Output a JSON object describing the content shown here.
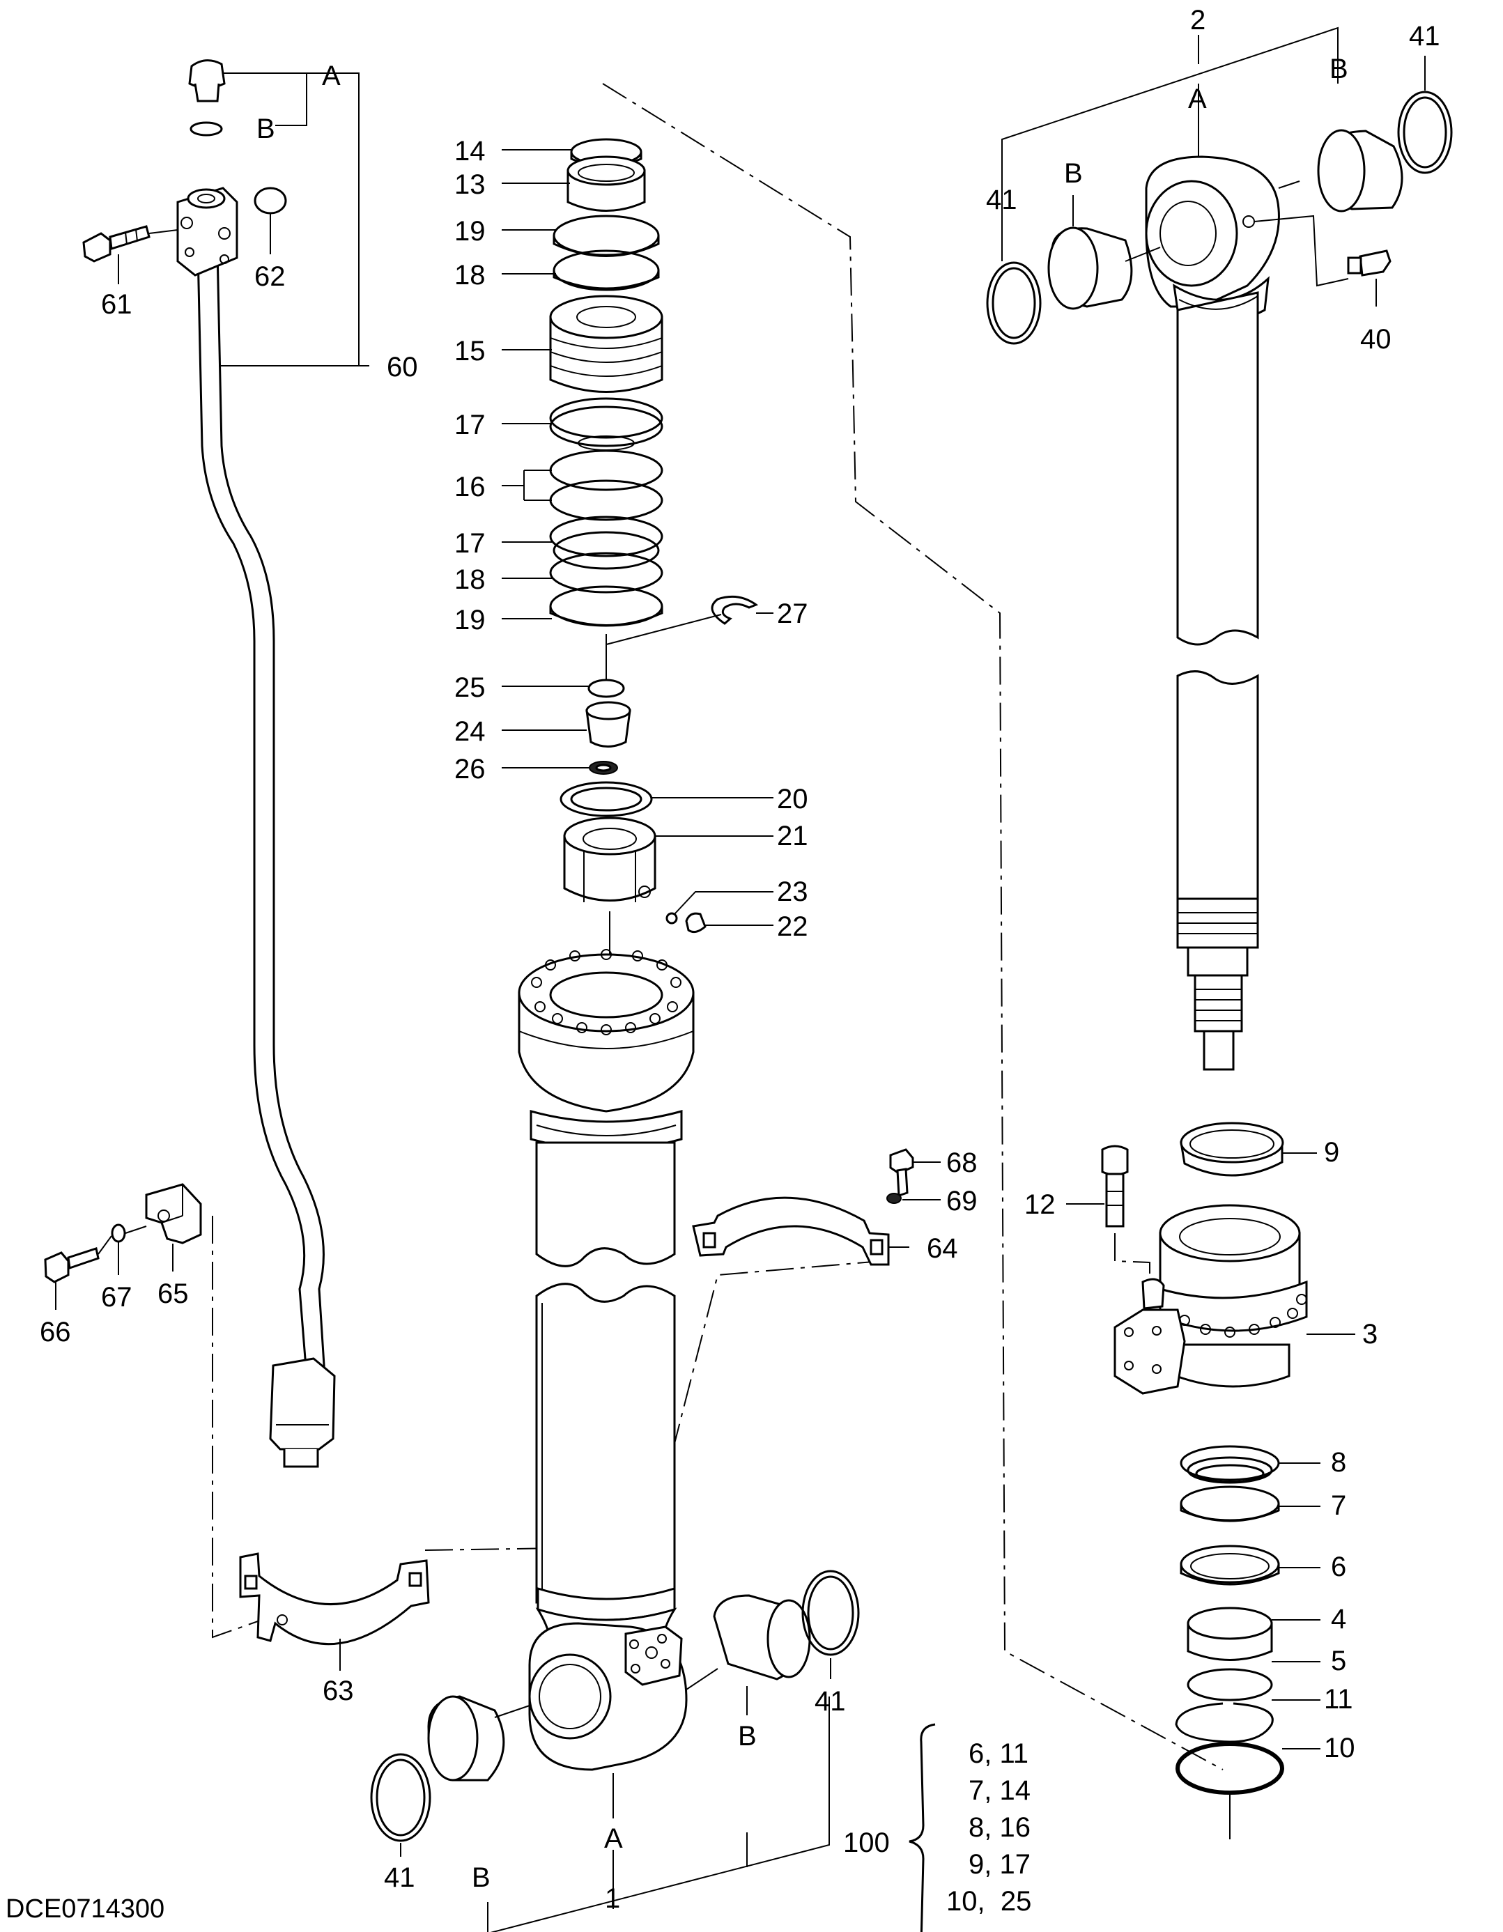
{
  "drawing_code": "DCE0714300",
  "labels": {
    "A": "A",
    "B": "B",
    "p1": "1",
    "p2": "2",
    "p3": "3",
    "p4": "4",
    "p5": "5",
    "p6": "6",
    "p7": "7",
    "p8": "8",
    "p9": "9",
    "p10": "10",
    "p11": "11",
    "p12": "12",
    "p13": "13",
    "p14": "14",
    "p15": "15",
    "p16": "16",
    "p17": "17",
    "p18": "18",
    "p19": "19",
    "p20": "20",
    "p21": "21",
    "p22": "22",
    "p23": "23",
    "p24": "24",
    "p25": "25",
    "p26": "26",
    "p27": "27",
    "p40": "40",
    "p41": "41",
    "p60": "60",
    "p61": "61",
    "p62": "62",
    "p63": "63",
    "p64": "64",
    "p65": "65",
    "p66": "66",
    "p67": "67",
    "p68": "68",
    "p69": "69",
    "p100": "100"
  },
  "kit_100": [
    "6, 11",
    "7, 14",
    "8, 16",
    "9, 17",
    "10,  25"
  ]
}
